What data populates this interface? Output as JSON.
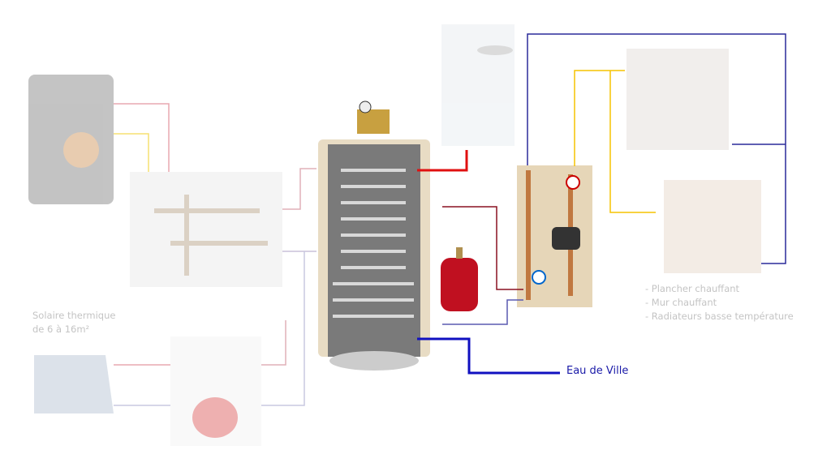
{
  "labels": {
    "solar_line1": "Solaire thermique",
    "solar_line2": "de 6 à 16m²",
    "heating_items": [
      "- Plancher chauffant",
      "- Mur chauffant",
      "- Radiateurs basse température"
    ],
    "city_water": "Eau de Ville"
  },
  "colors": {
    "hot": "#e01010",
    "cold": "#1010c0",
    "navy": "#2a2a9a",
    "yellow": "#f5c400",
    "darkred": "#8a1020"
  }
}
